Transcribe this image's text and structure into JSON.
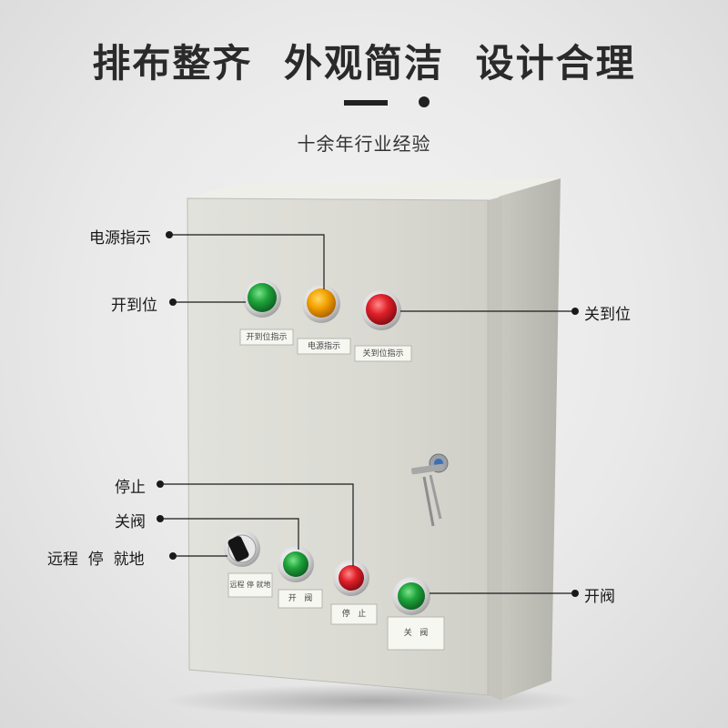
{
  "headline": {
    "part1": "排布整齐",
    "part2": "外观简洁",
    "part3": "设计合理"
  },
  "subtitle": "十余年行业经验",
  "callouts": {
    "power_indicator": "电源指示",
    "open_position": "开到位",
    "close_position": "关到位",
    "stop": "停止",
    "close_valve": "关阀",
    "mode_selector": "远程  停  就地",
    "open_valve": "开阀"
  },
  "panel_labels": {
    "open_indicator": "开到位指示",
    "power_indicator": "电源指示",
    "close_indicator": "关到位指示",
    "selector": "远程 停 就地",
    "open_button": "开   阀",
    "stop_button": "停   止",
    "close_button": "关   阀"
  },
  "colors": {
    "cabinet": "#dcdcd6",
    "lamp_green": "#1fa33a",
    "lamp_yellow": "#f5a300",
    "lamp_red": "#e0202a",
    "button_green": "#1b9a35",
    "button_red": "#d81e27"
  }
}
